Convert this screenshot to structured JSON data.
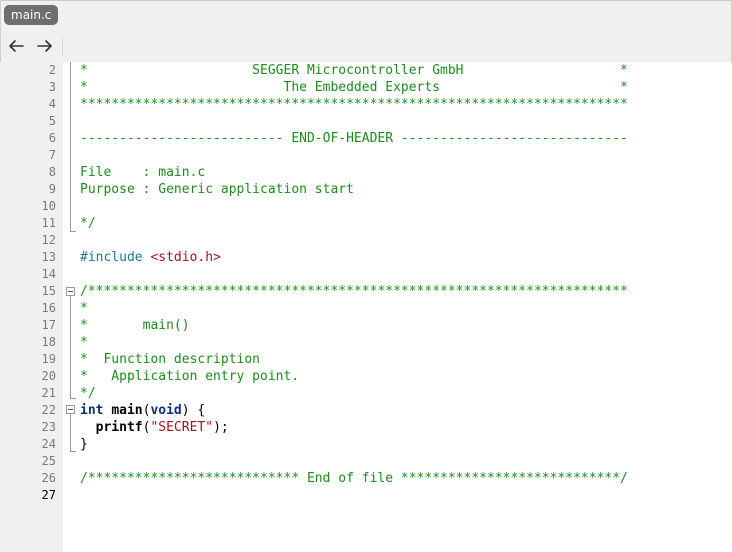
{
  "tab": {
    "label": "main.c"
  },
  "toolbar": {
    "back_icon": "arrow-left-icon",
    "forward_icon": "arrow-right-icon"
  },
  "editor": {
    "current_line": 27,
    "lines": [
      {
        "n": "2",
        "segs": [
          {
            "c": "comment",
            "t": "*                     SEGGER Microcontroller GmbH                    *"
          }
        ]
      },
      {
        "n": "3",
        "segs": [
          {
            "c": "comment",
            "t": "*                         The Embedded Experts                       *"
          }
        ]
      },
      {
        "n": "4",
        "segs": [
          {
            "c": "comment",
            "t": "**********************************************************************"
          }
        ]
      },
      {
        "n": "5",
        "segs": []
      },
      {
        "n": "6",
        "segs": [
          {
            "c": "comment",
            "t": "-------------------------- END-OF-HEADER -----------------------------"
          }
        ]
      },
      {
        "n": "7",
        "segs": []
      },
      {
        "n": "8",
        "segs": [
          {
            "c": "comment",
            "t": "File    : main.c"
          }
        ]
      },
      {
        "n": "9",
        "segs": [
          {
            "c": "comment",
            "t": "Purpose : Generic application start"
          }
        ]
      },
      {
        "n": "10",
        "segs": []
      },
      {
        "n": "11",
        "segs": [
          {
            "c": "comment",
            "t": "*/"
          }
        ]
      },
      {
        "n": "12",
        "segs": []
      },
      {
        "n": "13",
        "segs": [
          {
            "c": "preproc",
            "t": "#include "
          },
          {
            "c": "str",
            "t": "<stdio.h>"
          }
        ]
      },
      {
        "n": "14",
        "segs": []
      },
      {
        "n": "15",
        "segs": [
          {
            "c": "comment",
            "t": "/*********************************************************************"
          }
        ]
      },
      {
        "n": "16",
        "segs": [
          {
            "c": "comment",
            "t": "*"
          }
        ]
      },
      {
        "n": "17",
        "segs": [
          {
            "c": "comment",
            "t": "*       main()"
          }
        ]
      },
      {
        "n": "18",
        "segs": [
          {
            "c": "comment",
            "t": "*"
          }
        ]
      },
      {
        "n": "19",
        "segs": [
          {
            "c": "comment",
            "t": "*  Function description"
          }
        ]
      },
      {
        "n": "20",
        "segs": [
          {
            "c": "comment",
            "t": "*   Application entry point."
          }
        ]
      },
      {
        "n": "21",
        "segs": [
          {
            "c": "comment",
            "t": "*/"
          }
        ]
      },
      {
        "n": "22",
        "segs": [
          {
            "c": "kw",
            "t": "int"
          },
          {
            "c": "plain",
            "t": " "
          },
          {
            "c": "fn",
            "t": "main"
          },
          {
            "c": "plain",
            "t": "("
          },
          {
            "c": "kw",
            "t": "void"
          },
          {
            "c": "plain",
            "t": ") {"
          }
        ]
      },
      {
        "n": "23",
        "segs": [
          {
            "c": "plain",
            "t": "  "
          },
          {
            "c": "fn",
            "t": "printf"
          },
          {
            "c": "plain",
            "t": "("
          },
          {
            "c": "str",
            "t": "\"SECRET\""
          },
          {
            "c": "plain",
            "t": ");"
          }
        ]
      },
      {
        "n": "24",
        "segs": [
          {
            "c": "plain",
            "t": "}"
          }
        ]
      },
      {
        "n": "25",
        "segs": []
      },
      {
        "n": "26",
        "segs": [
          {
            "c": "comment",
            "t": "/*************************** End of file ****************************/"
          }
        ]
      },
      {
        "n": "27",
        "segs": []
      }
    ]
  }
}
